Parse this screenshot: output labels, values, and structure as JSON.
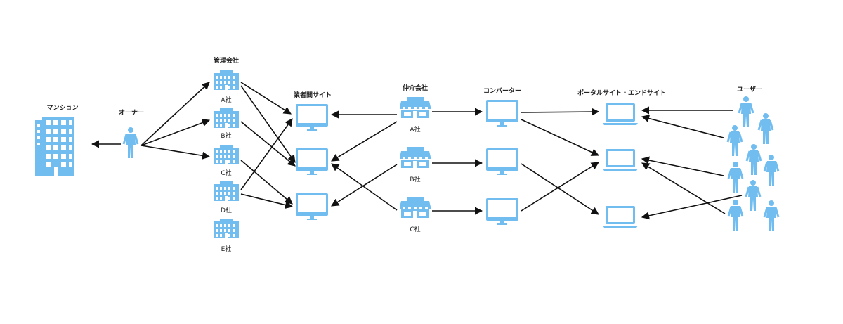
{
  "colors": {
    "icon": "#71bdef",
    "line": "#111111",
    "text": "#222222"
  },
  "labels": {
    "mansion": "マンション",
    "owner": "オーナー",
    "management": "管理会社",
    "mgmt_a": "A社",
    "mgmt_b": "B社",
    "mgmt_c": "C社",
    "mgmt_d": "D社",
    "mgmt_e": "E社",
    "b2b_sites": "業者間サイト",
    "brokers": "仲介会社",
    "broker_a": "A社",
    "broker_b": "B社",
    "broker_c": "C社",
    "converter": "コンバーター",
    "portal_sites": "ポータルサイト・エンドサイト",
    "users": "ユーザー"
  },
  "icons": {
    "mansion": "apartment-building-icon",
    "owner": "person-icon",
    "management_company": "office-building-icon",
    "b2b_site": "desktop-monitor-icon",
    "broker": "storefront-icon",
    "converter": "desktop-monitor-icon",
    "portal_site": "laptop-icon",
    "user": "person-icon"
  }
}
